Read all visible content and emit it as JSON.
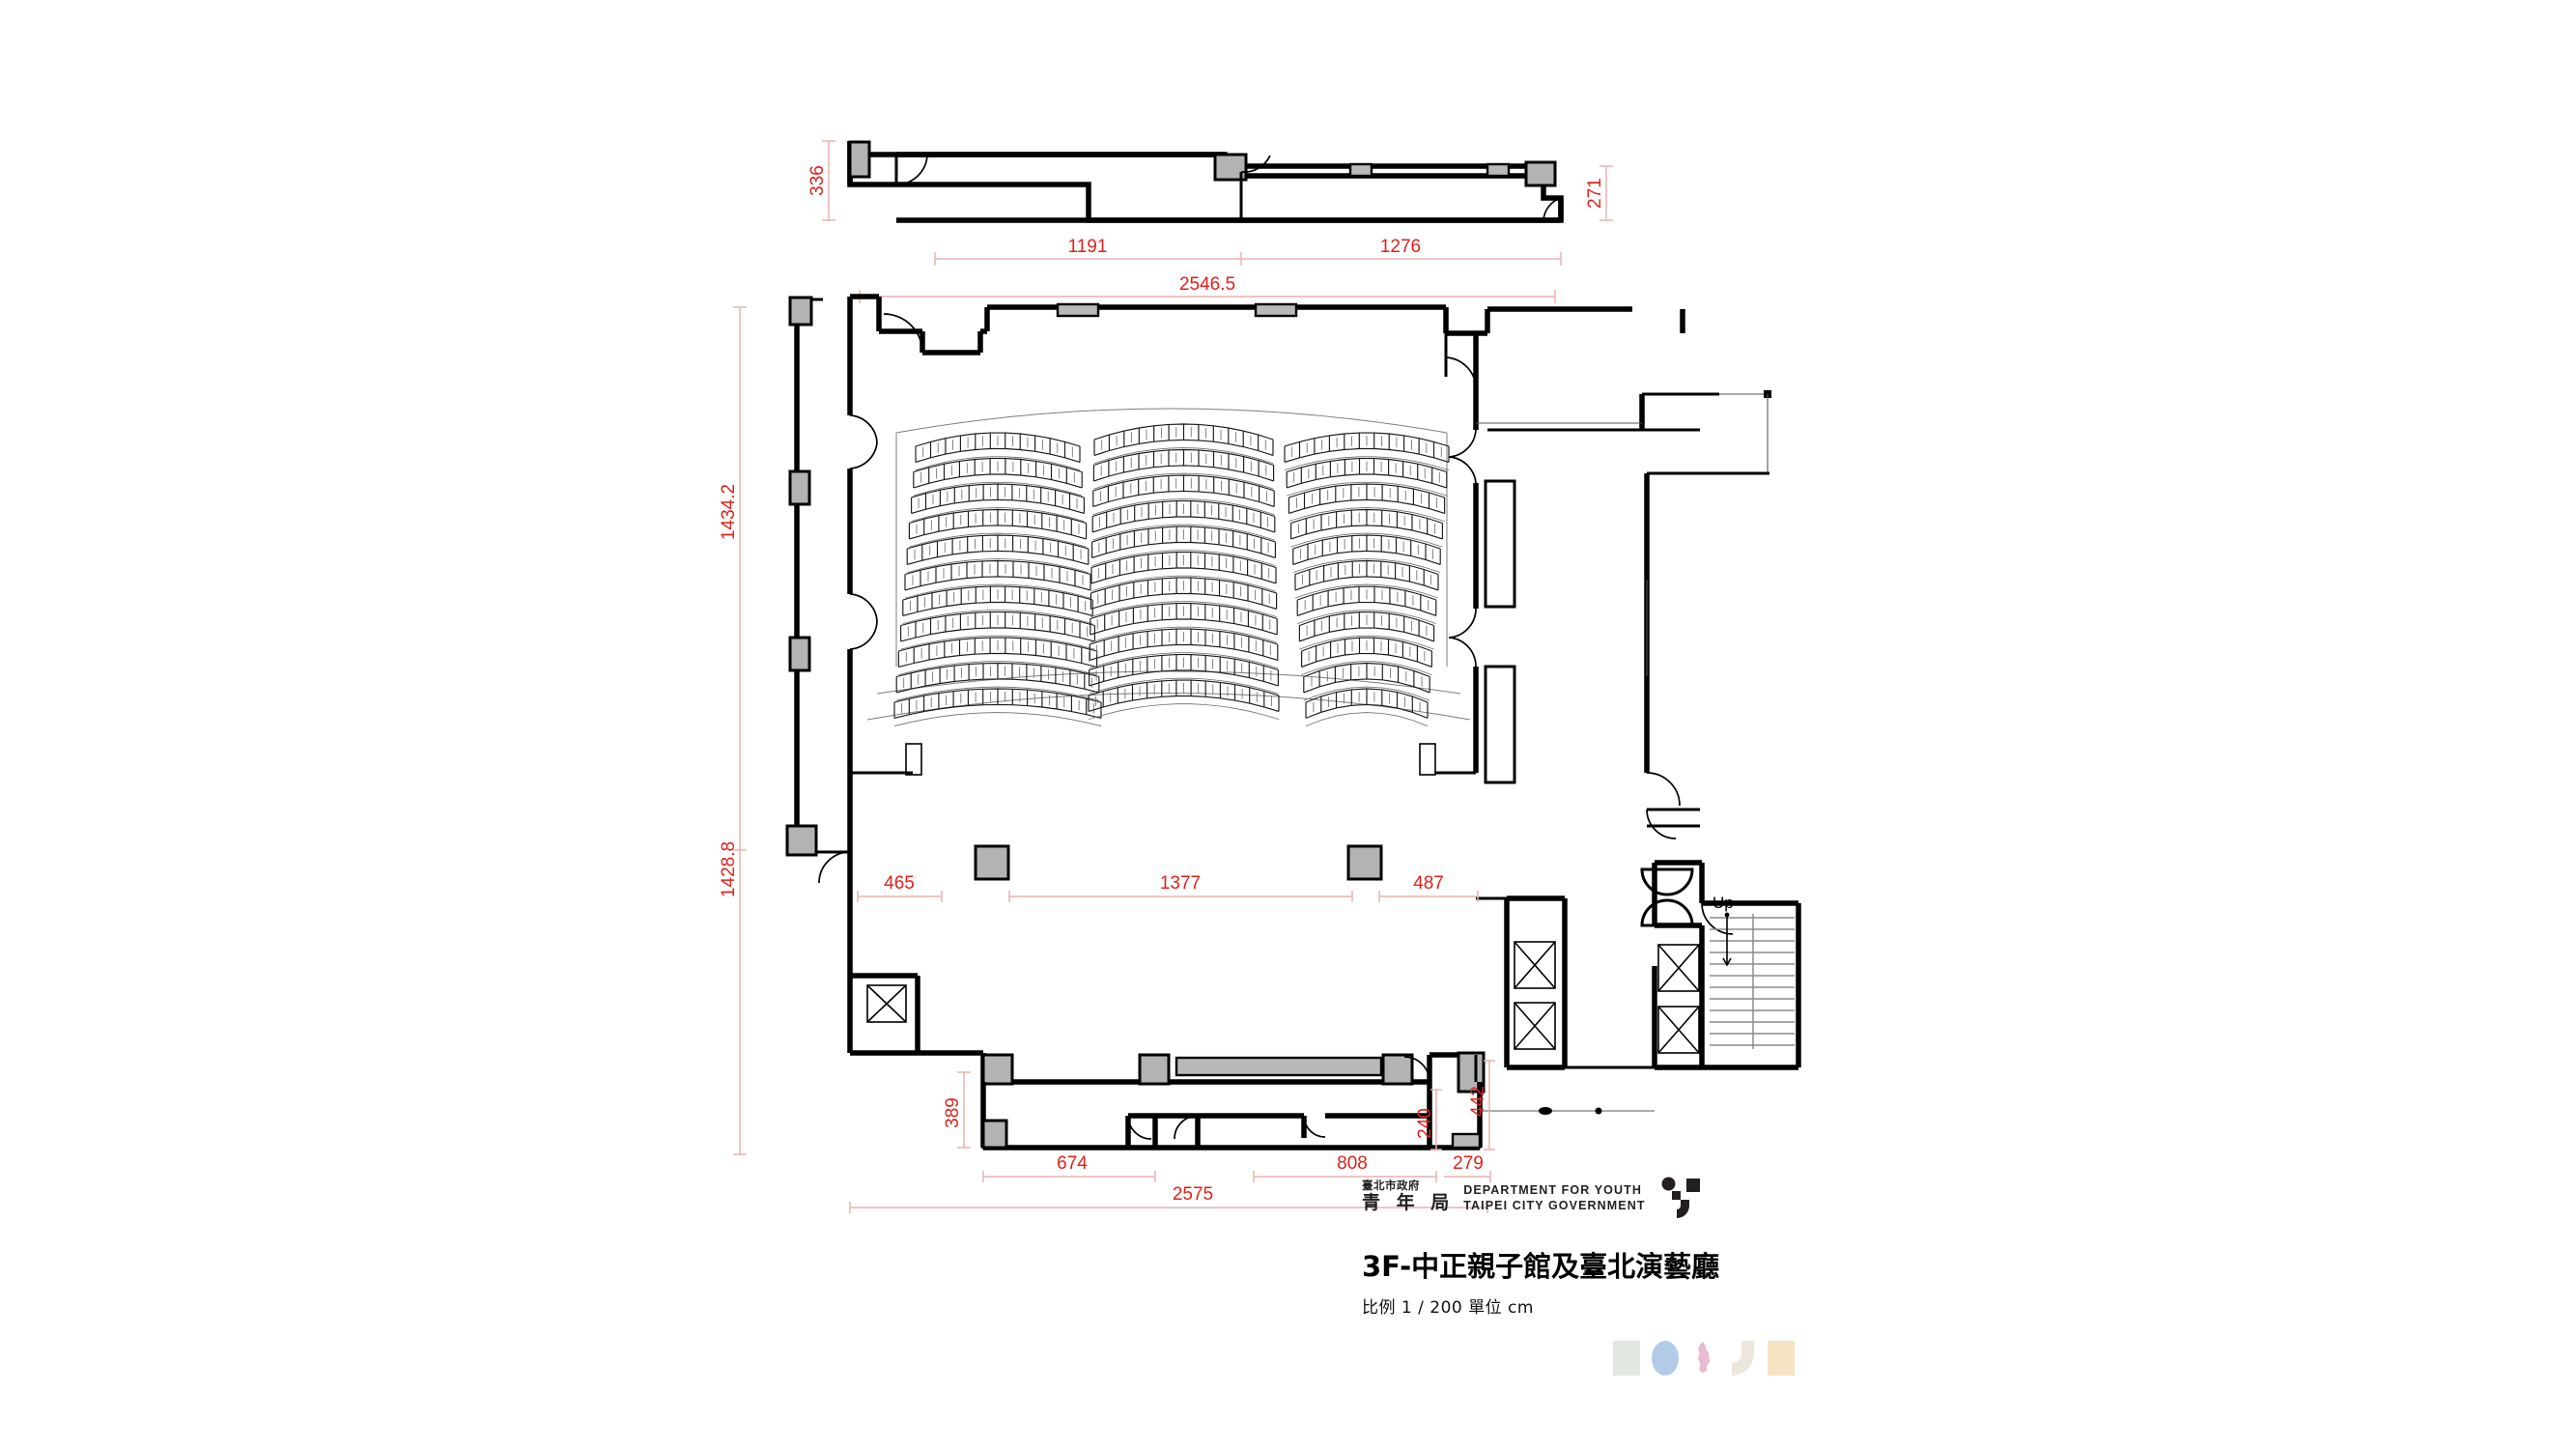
{
  "document": {
    "type": "architectural-floor-plan",
    "title": "3F-中正親子館及臺北演藝廳",
    "scale_note": "比例 1 / 200 單位 cm",
    "scale_ratio": "1 / 200",
    "units": "cm"
  },
  "logo": {
    "cn_line1": "臺北市政府",
    "cn_line2": "青 年 局",
    "en_line1": "DEPARTMENT  FOR  YOUTH",
    "en_line2": "TAIPEI CITY GOVERNMENT",
    "mark_name": "taipei-youth-smiley-mark"
  },
  "colors": {
    "dimension_text": "#e0211b",
    "dimension_line": "#e8b2ad",
    "wall": "#000000",
    "column_fill": "#b3b3b3",
    "seat_line": "#1a1a1a",
    "thin_line": "#9a9a9a",
    "background": "#ffffff"
  },
  "swatches": [
    {
      "name": "swatch-green-square",
      "shape": "square",
      "color": "#e2e8df"
    },
    {
      "name": "swatch-blue-circle",
      "shape": "circle",
      "color": "#b3cbe7"
    },
    {
      "name": "swatch-pink-organic",
      "shape": "organic",
      "color": "#e9bcd4"
    },
    {
      "name": "swatch-cream-curve",
      "shape": "curve",
      "color": "#ece6df"
    },
    {
      "name": "swatch-tan-square",
      "shape": "square",
      "color": "#f5e3c3"
    }
  ],
  "dimensions": {
    "top_block": [
      {
        "label": "336",
        "orientation": "vertical",
        "side": "left"
      },
      {
        "label": "271",
        "orientation": "vertical",
        "side": "right"
      },
      {
        "label": "1191",
        "orientation": "horizontal",
        "side": "bottom-left"
      },
      {
        "label": "1276",
        "orientation": "horizontal",
        "side": "bottom-right"
      },
      {
        "label": "2546.5",
        "orientation": "horizontal",
        "side": "overall-top"
      }
    ],
    "left_block": [
      {
        "label": "1434.2",
        "orientation": "vertical",
        "side": "left-upper"
      },
      {
        "label": "1428.8",
        "orientation": "vertical",
        "side": "left-lower"
      }
    ],
    "middle_row": [
      {
        "label": "465",
        "orientation": "horizontal"
      },
      {
        "label": "1377",
        "orientation": "horizontal"
      },
      {
        "label": "487",
        "orientation": "horizontal"
      }
    ],
    "bottom_block": [
      {
        "label": "389",
        "orientation": "vertical"
      },
      {
        "label": "674",
        "orientation": "horizontal"
      },
      {
        "label": "808",
        "orientation": "horizontal"
      },
      {
        "label": "240",
        "orientation": "vertical"
      },
      {
        "label": "442",
        "orientation": "vertical"
      },
      {
        "label": "279",
        "orientation": "horizontal"
      },
      {
        "label": "2575",
        "orientation": "horizontal",
        "side": "overall-bottom"
      }
    ]
  },
  "annotations": {
    "stair_direction": "Up"
  },
  "auditorium": {
    "name": "臺北演藝廳",
    "seat_blocks": [
      {
        "name": "seating-block-left",
        "rows": 11
      },
      {
        "name": "seating-block-center",
        "rows": 11
      },
      {
        "name": "seating-block-right",
        "rows": 11
      }
    ]
  }
}
